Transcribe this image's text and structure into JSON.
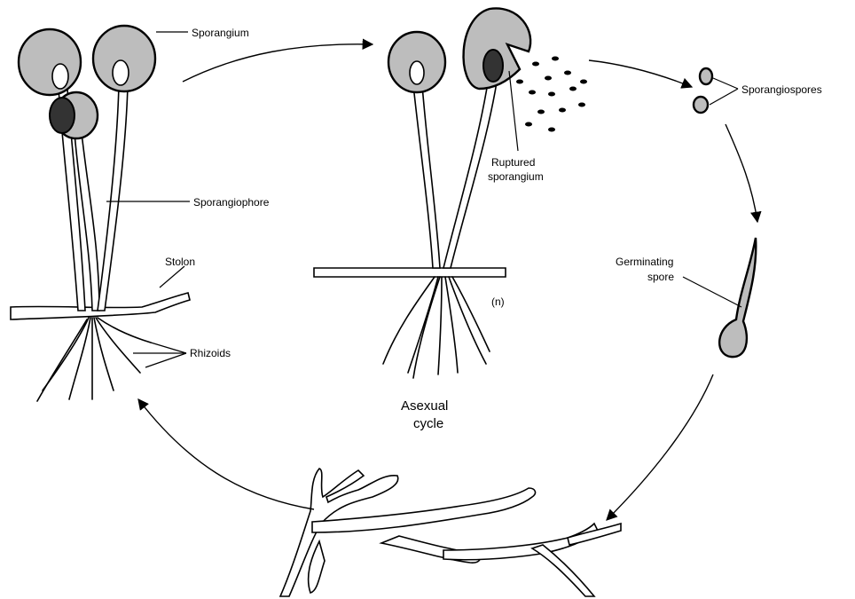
{
  "labels": {
    "sporangium": "Sporangium",
    "sporangiophore": "Sporangiophore",
    "stolon": "Stolon",
    "rhizoids": "Rhizoids",
    "ruptured_line1": "Ruptured",
    "ruptured_line2": "sporangium",
    "sporangiospores": "Sporangiospores",
    "germinating_line1": "Germinating",
    "germinating_line2": "spore",
    "ploidy": "(n)",
    "cycle_line1": "Asexual",
    "cycle_line2": "cycle"
  },
  "colors": {
    "ink": "#000000",
    "stipple": "#bdbdbd",
    "background": "#ffffff"
  }
}
